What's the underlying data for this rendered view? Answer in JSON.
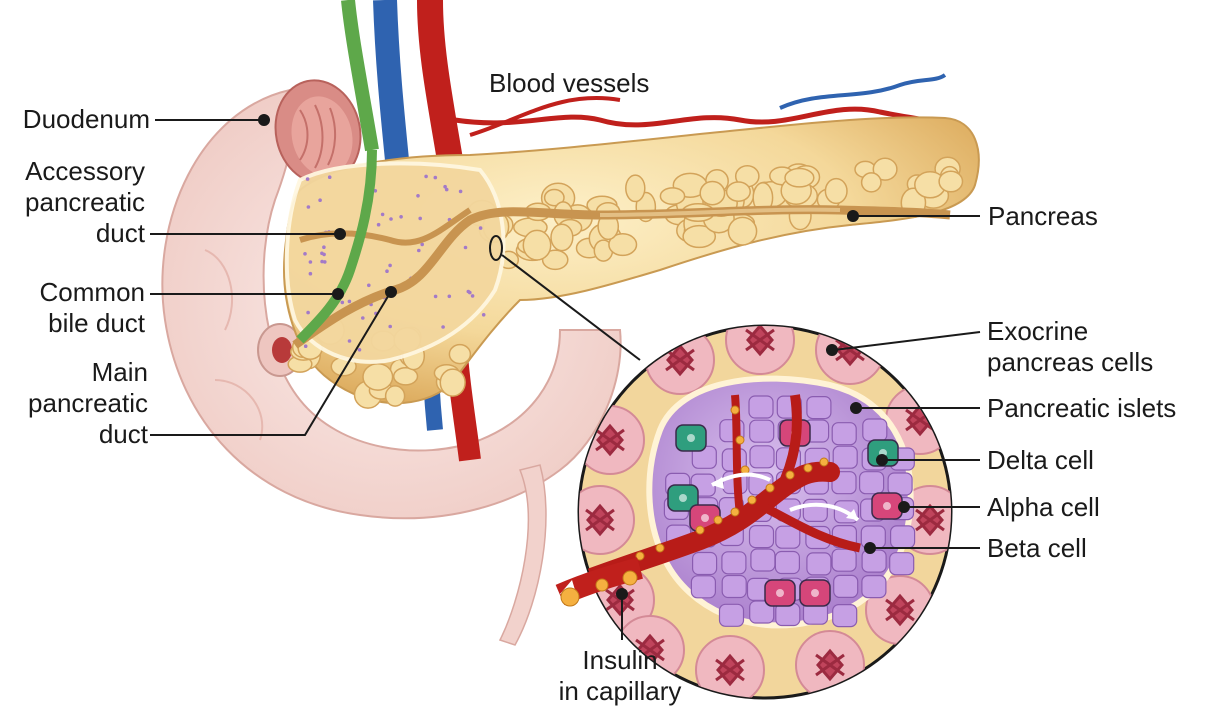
{
  "labels": {
    "duodenum": "Duodenum",
    "accessory_duct": [
      "Accessory",
      "pancreatic",
      "duct"
    ],
    "common_bile_duct": [
      "Common",
      "bile duct"
    ],
    "main_duct": [
      "Main",
      "pancreatic",
      "duct"
    ],
    "blood_vessels": "Blood vessels",
    "pancreas": "Pancreas",
    "exocrine": [
      "Exocrine",
      "pancreas cells"
    ],
    "islets": "Pancreatic islets",
    "delta_cell": "Delta cell",
    "alpha_cell": "Alpha cell",
    "beta_cell": "Beta cell",
    "insulin": [
      "Insulin",
      "in capillary"
    ]
  },
  "colors": {
    "duodenum": "#f3d7d2",
    "duodenum_outline": "#d9a8a0",
    "pancreas_lobule": "#f4d89a",
    "pancreas_shadow": "#d9a95a",
    "artery": "#c0201c",
    "vein": "#2f63b0",
    "bile_duct": "#5ea84a",
    "pancreatic_duct": "#c89450",
    "islet": "#b58ad6",
    "delta_cell": "#2f9e7e",
    "alpha_cell": "#d6467a",
    "exocrine_cell": "#f0b8c0",
    "insulin_granule": "#f5b040",
    "leader": "#1a1a1a"
  }
}
